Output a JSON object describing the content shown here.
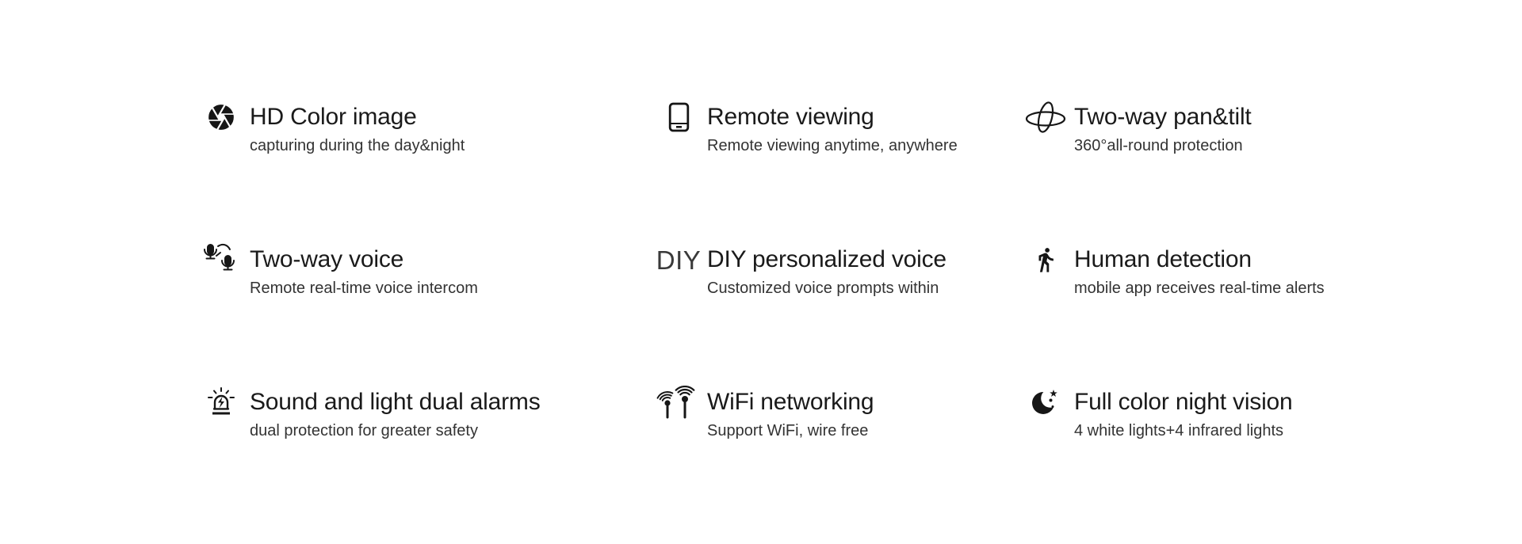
{
  "page": {
    "background": "#ffffff",
    "text_primary": "#1a1a1a",
    "text_secondary": "#333333"
  },
  "features": [
    {
      "icon": "aperture-icon",
      "title": "HD Color image",
      "subtitle": "capturing during the day&night"
    },
    {
      "icon": "smartphone-icon",
      "title": "Remote viewing",
      "subtitle": "Remote viewing anytime, anywhere"
    },
    {
      "icon": "pan-tilt-icon",
      "title": "Two-way pan&tilt",
      "subtitle": "360°all-round protection"
    },
    {
      "icon": "two-way-voice-icon",
      "title": "Two-way voice",
      "subtitle": "Remote real-time voice intercom"
    },
    {
      "icon": "diy-text-icon",
      "icon_text": "DIY",
      "title": "DIY personalized voice",
      "subtitle": "Customized voice prompts within"
    },
    {
      "icon": "walking-person-icon",
      "title": "Human detection",
      "subtitle": "mobile app receives real-time alerts"
    },
    {
      "icon": "siren-alarm-icon",
      "title": "Sound and light dual alarms",
      "subtitle": "dual protection for greater safety"
    },
    {
      "icon": "wifi-antenna-icon",
      "title": "WiFi networking",
      "subtitle": "Support WiFi, wire free"
    },
    {
      "icon": "moon-stars-icon",
      "title": "Full color night vision",
      "subtitle": "4 white lights+4 infrared lights"
    }
  ]
}
